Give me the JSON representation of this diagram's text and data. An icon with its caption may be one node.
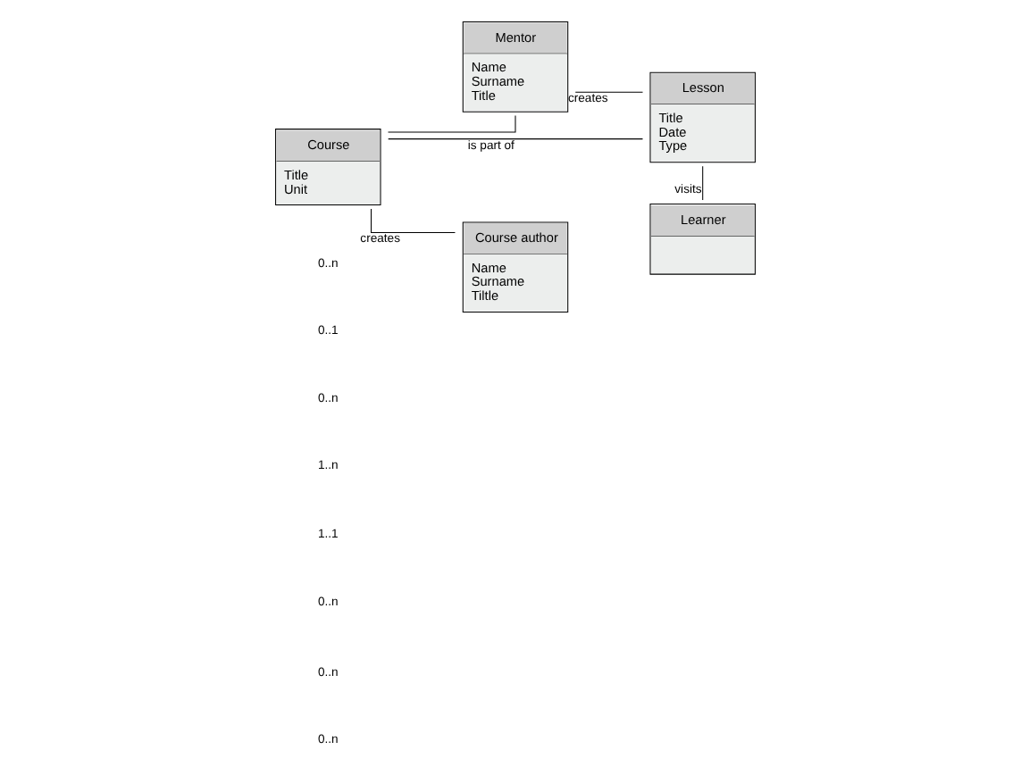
{
  "diagram": {
    "nodes": [
      {
        "text": [
          "Mentor",
          "Name",
          "Surname",
          "Title"
        ]
      },
      {
        "text": [
          "Lesson",
          "Title",
          "Date",
          "Type"
        ]
      },
      {
        "text": [
          "Course",
          "Title",
          "Unit"
        ]
      },
      {
        "text": [
          "Course author",
          "Name",
          "Surname",
          "Tiltle"
        ]
      },
      {
        "text": [
          "Learner"
        ]
      }
    ],
    "edges": [
      {
        "from": 2,
        "to": 0,
        "arrow": "none"
      },
      {
        "from": 0,
        "to": 1,
        "arrow": "none",
        "label": "creates"
      },
      {
        "from": 2,
        "to": 1,
        "arrow": "none",
        "label": "is part of"
      },
      {
        "from": 1,
        "to": 4,
        "arrow": "none",
        "label": "visits"
      },
      {
        "from": 2,
        "to": 3,
        "arrow": "none",
        "label": "creates"
      }
    ],
    "labels": [
      "0..n",
      "1..n",
      "0..1",
      "1..1",
      "0..n",
      "0..n",
      "0..n",
      "0..n"
    ]
  }
}
